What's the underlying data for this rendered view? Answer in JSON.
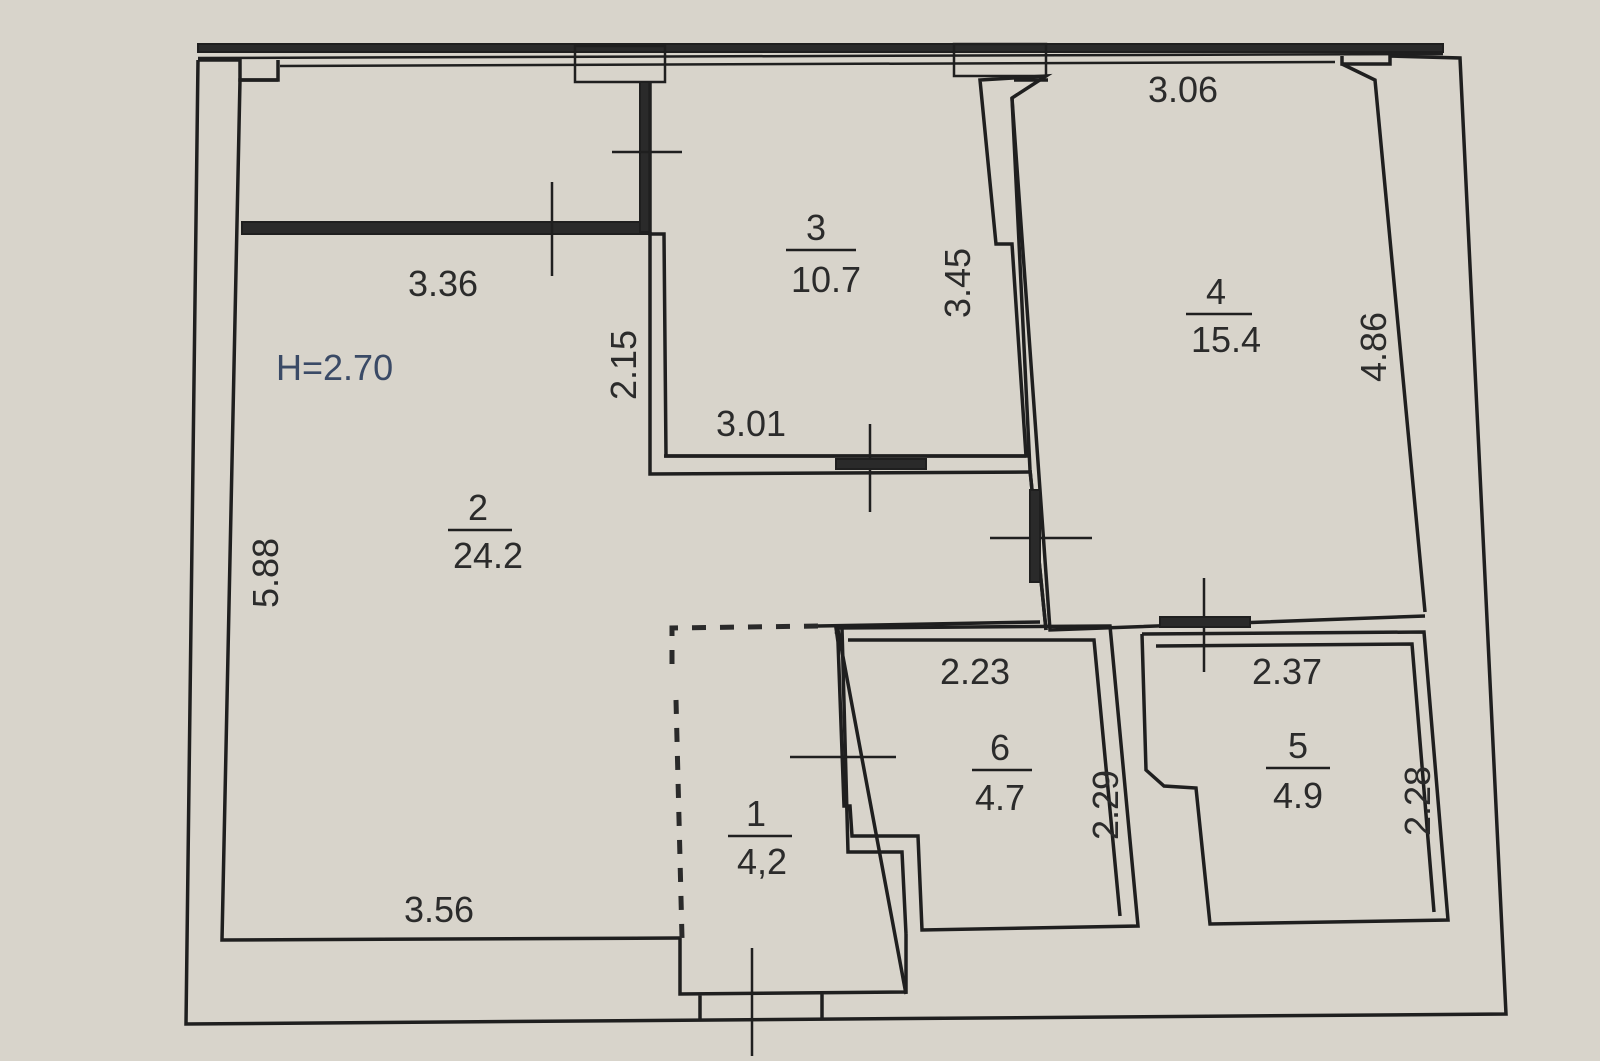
{
  "plan": {
    "ceiling_height": "H=2.70",
    "rooms": [
      {
        "number": "1",
        "area": "4,2"
      },
      {
        "number": "2",
        "area": "24.2"
      },
      {
        "number": "3",
        "area": "10.7"
      },
      {
        "number": "4",
        "area": "15.4"
      },
      {
        "number": "5",
        "area": "4.9"
      },
      {
        "number": "6",
        "area": "4.7"
      }
    ],
    "dimensions": {
      "d336": "3.36",
      "d215": "2.15",
      "d588": "5.88",
      "d356": "3.56",
      "d301": "3.01",
      "d345": "3.45",
      "d306": "3.06",
      "d486": "4.86",
      "d223": "2.23",
      "d229": "2.29",
      "d237": "2.37",
      "d228": "2.28"
    }
  }
}
